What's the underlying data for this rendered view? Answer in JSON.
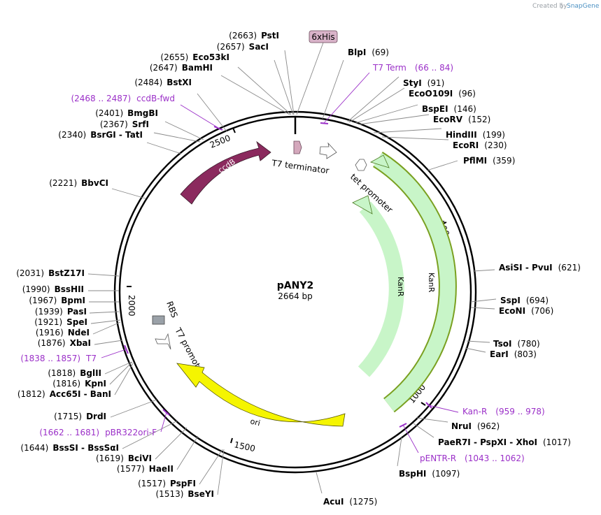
{
  "credit": {
    "prefix": "Created by",
    "brand": "SnapGene"
  },
  "plasmid": {
    "name": "pANY2",
    "size": "2664 bp"
  },
  "ticks": [
    "500",
    "1000",
    "1500",
    "2000",
    "2500"
  ],
  "tag": {
    "name": "6xHis"
  },
  "sites": [
    {
      "name": "PstI",
      "pos": "(2663)"
    },
    {
      "name": "SacI",
      "pos": "(2657)"
    },
    {
      "name": "Eco53kI",
      "pos": "(2655)"
    },
    {
      "name": "BamHI",
      "pos": "(2647)"
    },
    {
      "name": "BstXI",
      "pos": "(2484)"
    },
    {
      "name": "BmgBI",
      "pos": "(2401)"
    },
    {
      "name": "SrfI",
      "pos": "(2367)"
    },
    {
      "name": "BsrGI - TatI",
      "pos": "(2340)"
    },
    {
      "name": "BbvCI",
      "pos": "(2221)"
    },
    {
      "name": "BstZ17I",
      "pos": "(2031)"
    },
    {
      "name": "BssHII",
      "pos": "(1990)"
    },
    {
      "name": "BpmI",
      "pos": "(1967)"
    },
    {
      "name": "PasI",
      "pos": "(1939)"
    },
    {
      "name": "SpeI",
      "pos": "(1921)"
    },
    {
      "name": "NdeI",
      "pos": "(1916)"
    },
    {
      "name": "XbaI",
      "pos": "(1876)"
    },
    {
      "name": "BglII",
      "pos": "(1818)"
    },
    {
      "name": "KpnI",
      "pos": "(1816)"
    },
    {
      "name": "Acc65I - BanI",
      "pos": "(1812)"
    },
    {
      "name": "DrdI",
      "pos": "(1715)"
    },
    {
      "name": "BssSI - BssSαI",
      "pos": "(1644)"
    },
    {
      "name": "BciVI",
      "pos": "(1619)"
    },
    {
      "name": "HaeII",
      "pos": "(1577)"
    },
    {
      "name": "PspFI",
      "pos": "(1517)"
    },
    {
      "name": "BseYI",
      "pos": "(1513)"
    },
    {
      "name": "AcuI",
      "pos": "(1275)"
    },
    {
      "name": "BspHI",
      "pos": "(1097)"
    },
    {
      "name": "PaeR7I - PspXI - XhoI",
      "pos": "(1017)"
    },
    {
      "name": "NruI",
      "pos": "(962)"
    },
    {
      "name": "EarI",
      "pos": "(803)"
    },
    {
      "name": "TsoI",
      "pos": "(780)"
    },
    {
      "name": "EcoNI",
      "pos": "(706)"
    },
    {
      "name": "SspI",
      "pos": "(694)"
    },
    {
      "name": "AsiSI - PvuI",
      "pos": "(621)"
    },
    {
      "name": "PflMI",
      "pos": "(359)"
    },
    {
      "name": "EcoRI",
      "pos": "(230)"
    },
    {
      "name": "HindIII",
      "pos": "(199)"
    },
    {
      "name": "EcoRV",
      "pos": "(152)"
    },
    {
      "name": "BspEI",
      "pos": "(146)"
    },
    {
      "name": "EcoO109I",
      "pos": "(96)"
    },
    {
      "name": "StyI",
      "pos": "(91)"
    },
    {
      "name": "BlpI",
      "pos": "(69)"
    }
  ],
  "primers": [
    {
      "name": "ccdB-fwd",
      "range": "(2468 .. 2487)"
    },
    {
      "name": "T7",
      "range": "(1838 .. 1857)"
    },
    {
      "name": "pBR322ori-F",
      "range": "(1662 .. 1681)"
    },
    {
      "name": "pENTR-R",
      "range": "(1043 .. 1062)"
    },
    {
      "name": "Kan-R",
      "range": "(959 .. 978)"
    },
    {
      "name": "T7 Term",
      "range": "(66 .. 84)"
    }
  ],
  "features": [
    {
      "name": "ccdB",
      "color": "#8b2a5e"
    },
    {
      "name": "T7 terminator",
      "color": "#ffffff"
    },
    {
      "name": "tet promoter",
      "color": "#ffffff"
    },
    {
      "name": "KanR",
      "color": "#c8f5c8"
    },
    {
      "name": "KanR",
      "color": "#c8f5c8"
    },
    {
      "name": "T7 promoter",
      "color": "#ffffff"
    },
    {
      "name": "RBS",
      "color": "#9aa1a8"
    },
    {
      "name": "ori",
      "color": "#f5f500"
    }
  ]
}
